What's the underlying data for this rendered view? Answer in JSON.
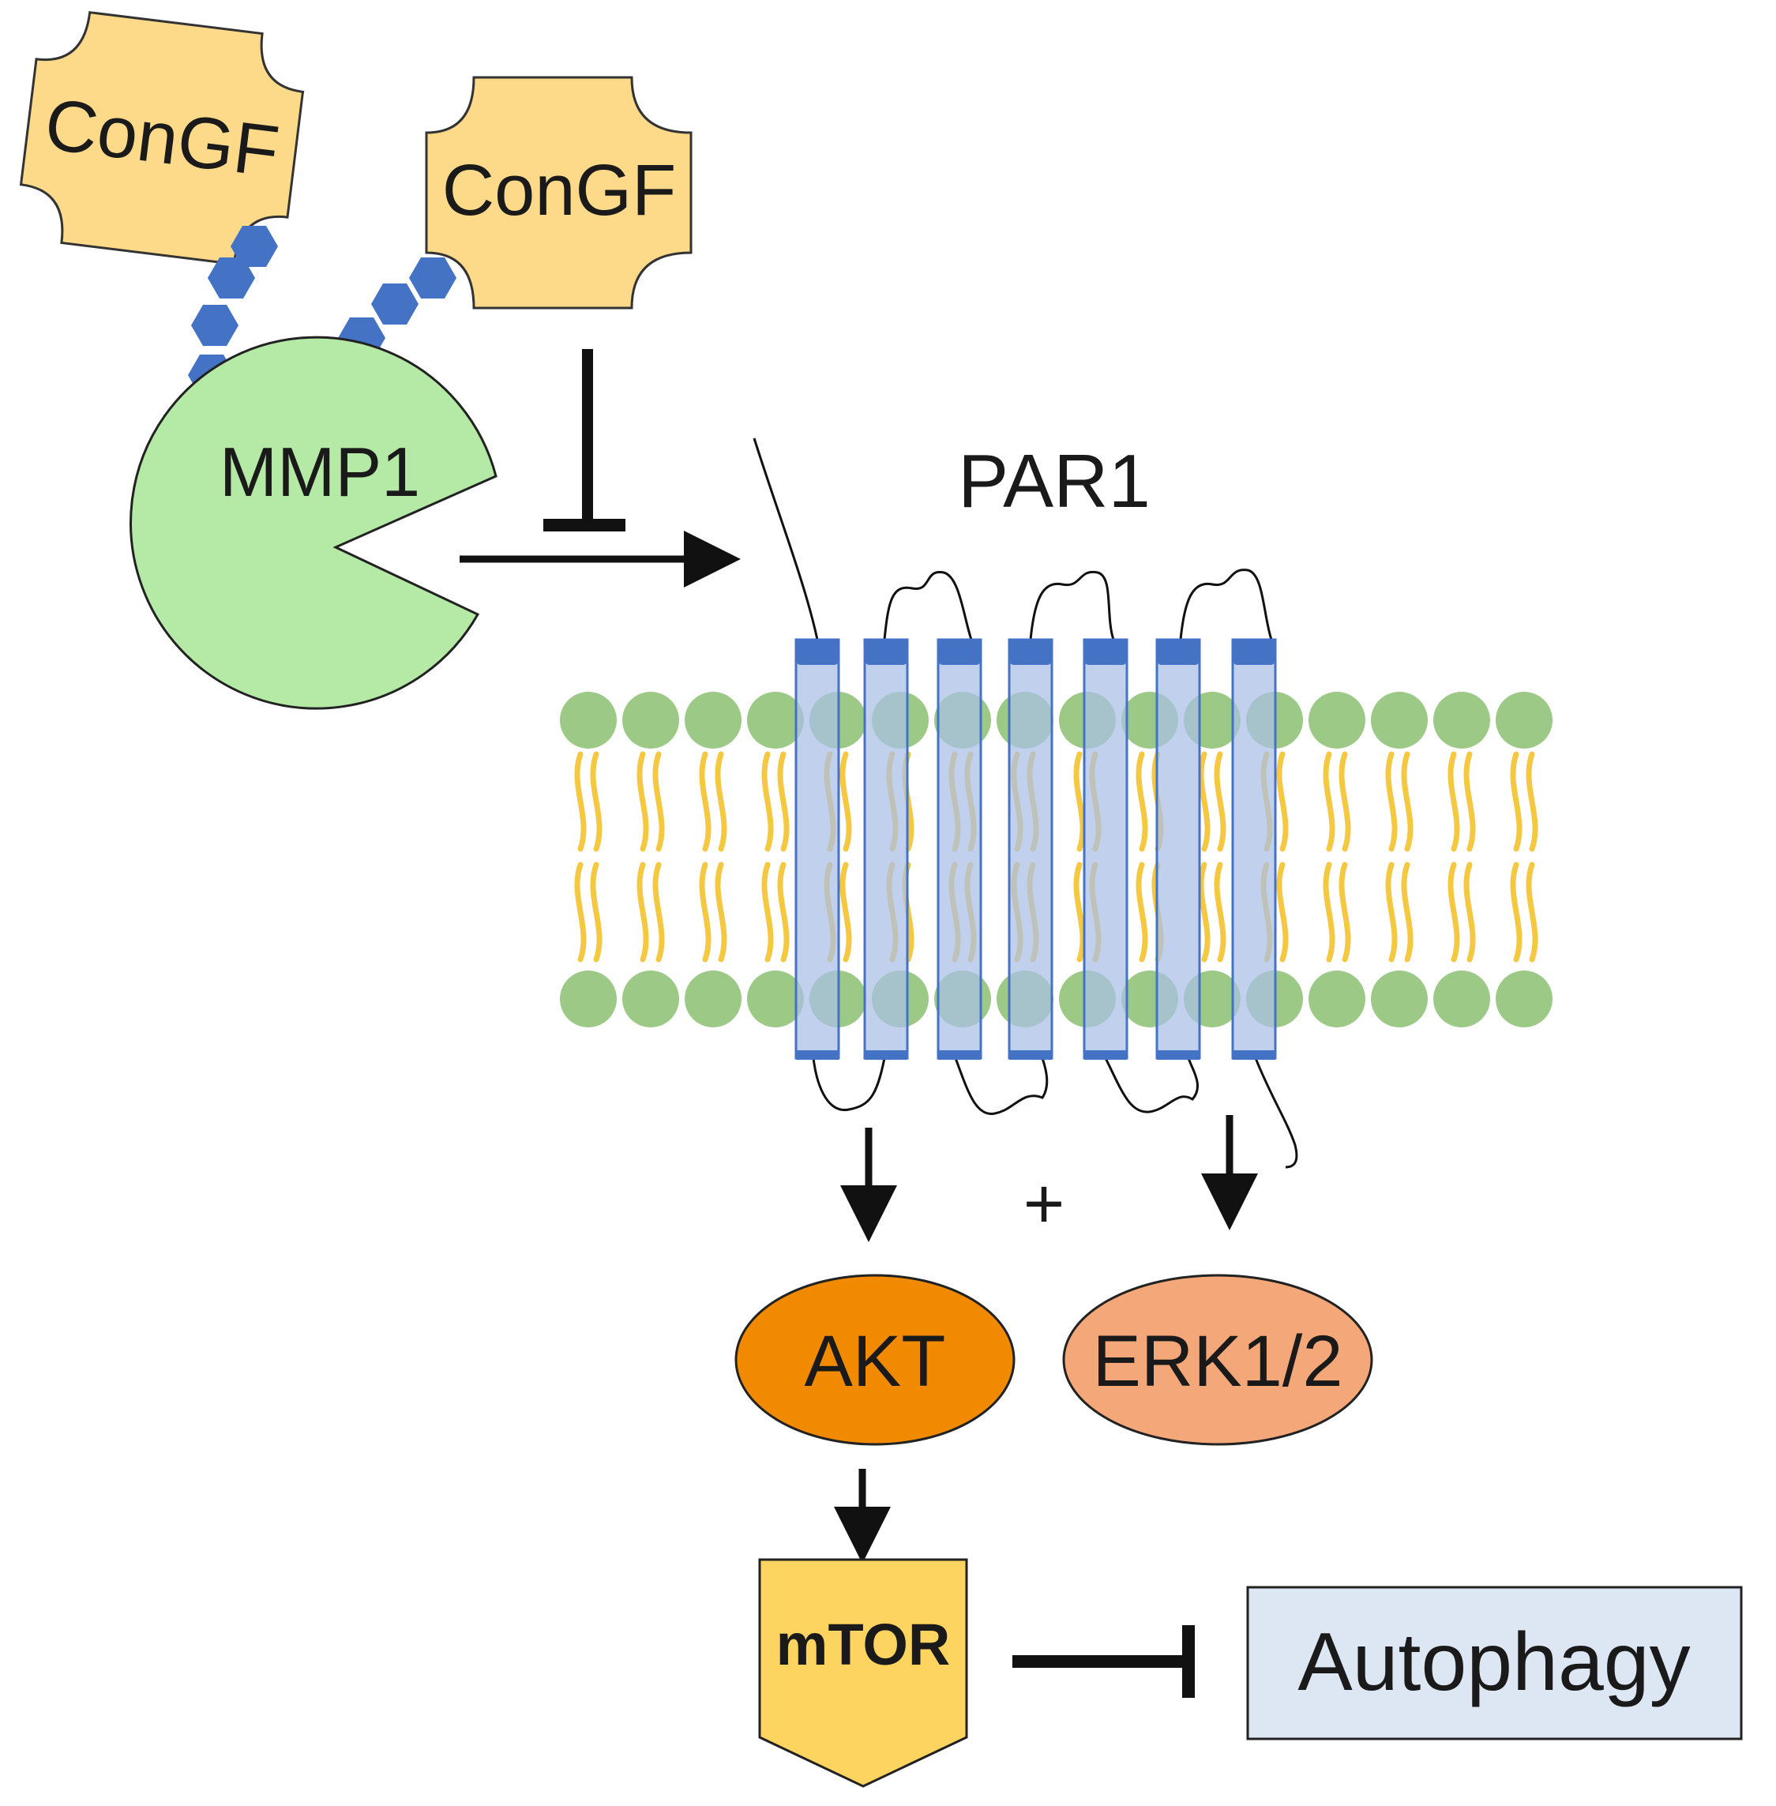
{
  "ligands": [
    {
      "label": "ConGF"
    },
    {
      "label": "ConGF"
    }
  ],
  "enzyme": {
    "label": "MMP1"
  },
  "receptor": {
    "label": "PAR1"
  },
  "signaling": {
    "akt": "AKT",
    "erk": "ERK1/2",
    "combine": "+",
    "mtor": "mTOR"
  },
  "outcome": {
    "label": "Autophagy"
  },
  "colors": {
    "ligand_fill": "#fdd98a",
    "enzyme_fill": "#b5eaa6",
    "receptor_fill": "#a9bfe6",
    "receptor_cap": "#4472c4",
    "hexagon": "#4472c4",
    "lipid_head": "#8cbf72",
    "lipid_tail": "#f5c842",
    "akt_fill": "#f28a00",
    "erk_fill": "#f4a879",
    "mtor_fill": "#fdd460",
    "autophagy_fill": "#dde7f3"
  }
}
